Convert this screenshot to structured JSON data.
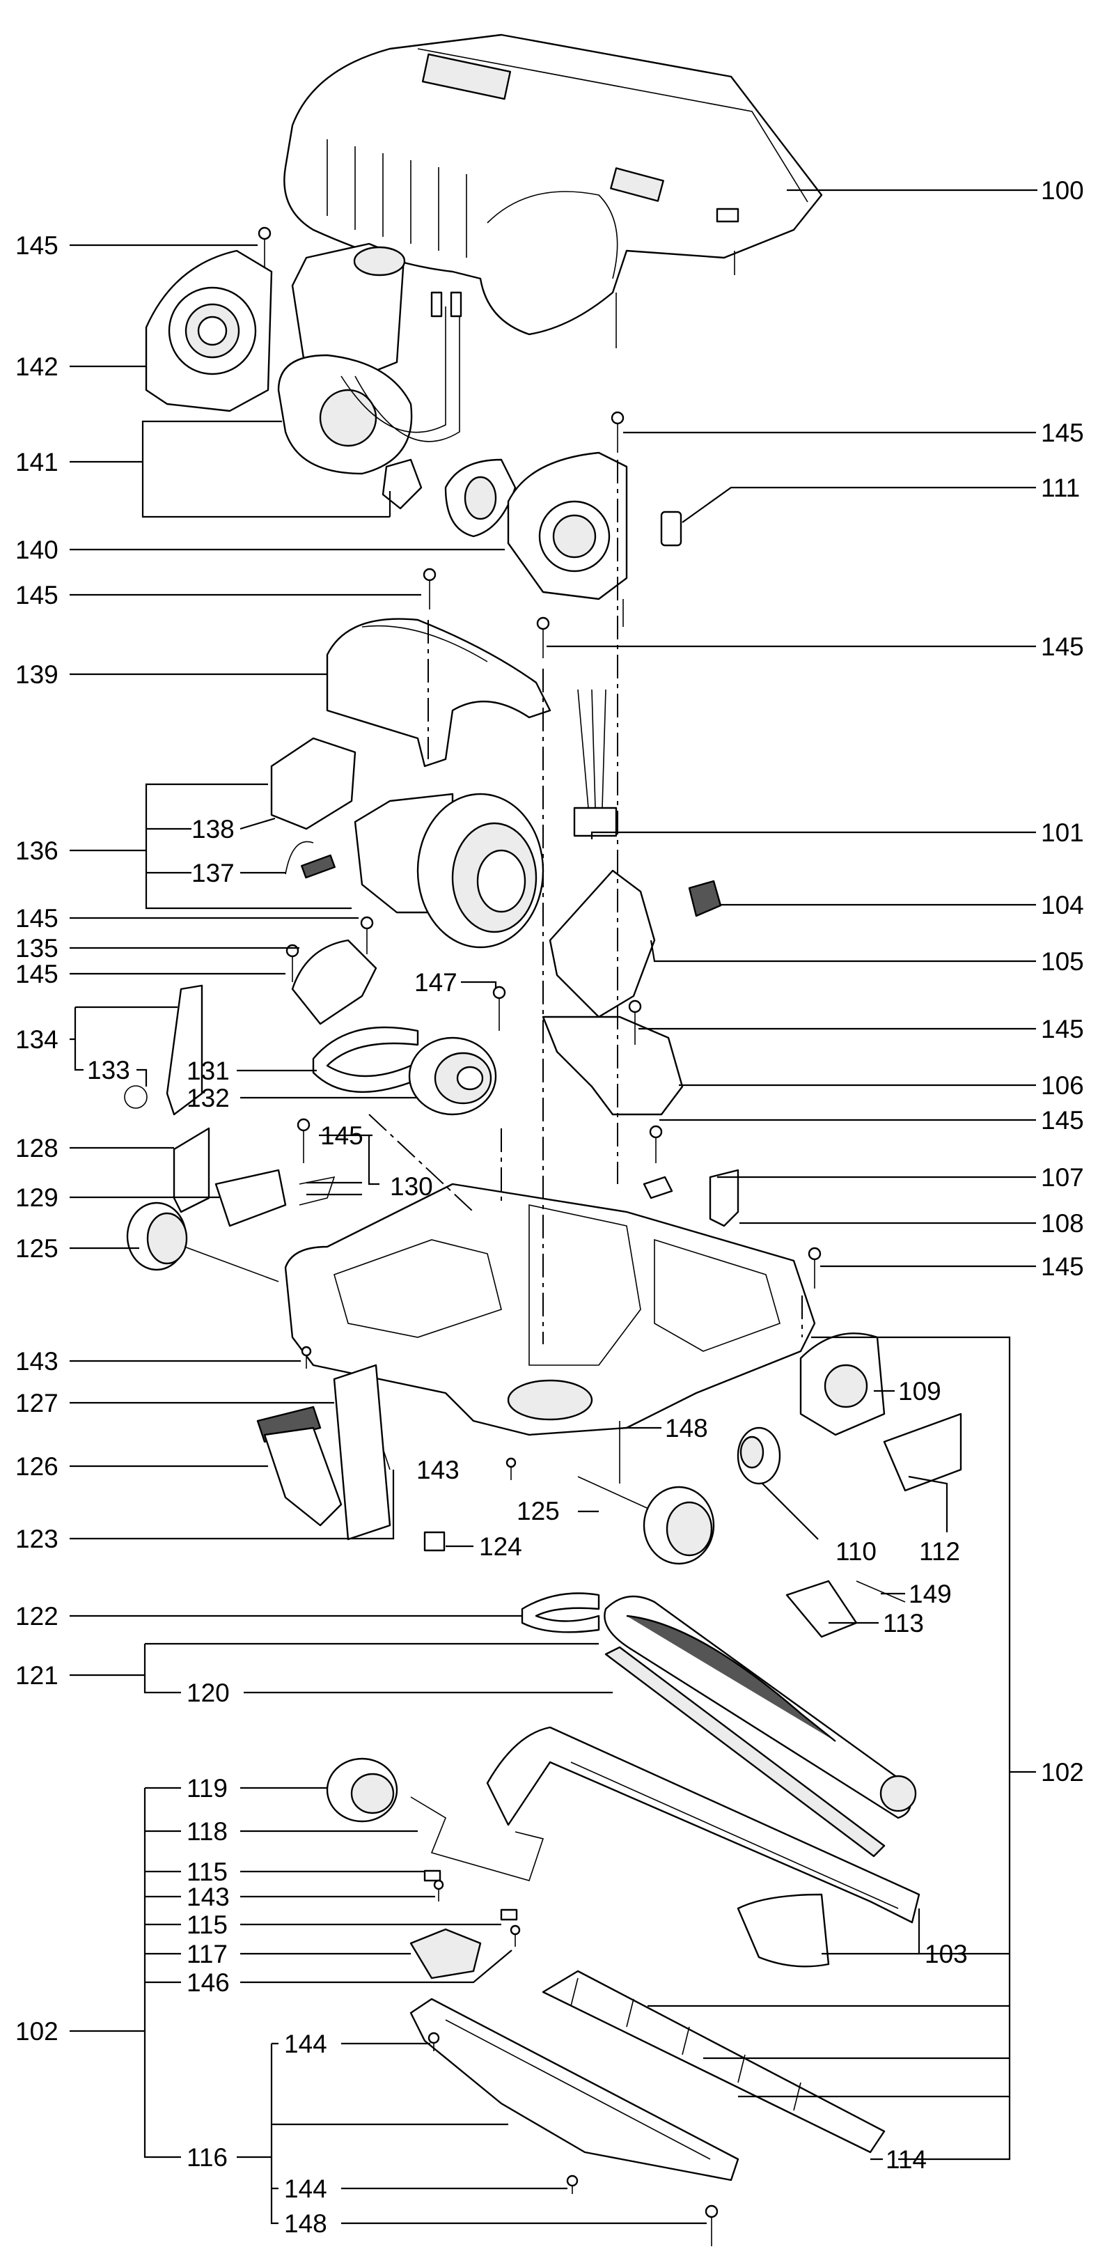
{
  "callouts_right": [
    {
      "id": "c100",
      "text": "100"
    },
    {
      "id": "c145a",
      "text": "145"
    },
    {
      "id": "c111",
      "text": "111"
    },
    {
      "id": "c145b",
      "text": "145"
    },
    {
      "id": "c101",
      "text": "101"
    },
    {
      "id": "c104",
      "text": "104"
    },
    {
      "id": "c105",
      "text": "105"
    },
    {
      "id": "c145c",
      "text": "145"
    },
    {
      "id": "c106",
      "text": "106"
    },
    {
      "id": "c145d",
      "text": "145"
    },
    {
      "id": "c107",
      "text": "107"
    },
    {
      "id": "c108",
      "text": "108"
    },
    {
      "id": "c145e",
      "text": "145"
    },
    {
      "id": "c102r",
      "text": "102"
    }
  ],
  "callouts_left": [
    {
      "id": "c145f",
      "text": "145"
    },
    {
      "id": "c142",
      "text": "142"
    },
    {
      "id": "c141",
      "text": "141"
    },
    {
      "id": "c140",
      "text": "140"
    },
    {
      "id": "c145g",
      "text": "145"
    },
    {
      "id": "c139",
      "text": "139"
    },
    {
      "id": "c136",
      "text": "136"
    },
    {
      "id": "c138",
      "text": "138"
    },
    {
      "id": "c137",
      "text": "137"
    },
    {
      "id": "c145h",
      "text": "145"
    },
    {
      "id": "c135",
      "text": "135"
    },
    {
      "id": "c145i",
      "text": "145"
    },
    {
      "id": "c134",
      "text": "134"
    },
    {
      "id": "c133",
      "text": "133"
    },
    {
      "id": "c128",
      "text": "128"
    },
    {
      "id": "c129",
      "text": "129"
    },
    {
      "id": "c125a",
      "text": "125"
    },
    {
      "id": "c143a",
      "text": "143"
    },
    {
      "id": "c127",
      "text": "127"
    },
    {
      "id": "c126",
      "text": "126"
    },
    {
      "id": "c123",
      "text": "123"
    },
    {
      "id": "c122",
      "text": "122"
    },
    {
      "id": "c121",
      "text": "121"
    },
    {
      "id": "c120",
      "text": "120"
    },
    {
      "id": "c119",
      "text": "119"
    },
    {
      "id": "c118",
      "text": "118"
    },
    {
      "id": "c115a",
      "text": "115"
    },
    {
      "id": "c143b",
      "text": "143"
    },
    {
      "id": "c115b",
      "text": "115"
    },
    {
      "id": "c117",
      "text": "117"
    },
    {
      "id": "c146",
      "text": "146"
    },
    {
      "id": "c102l",
      "text": "102"
    },
    {
      "id": "c144a",
      "text": "144"
    },
    {
      "id": "c116",
      "text": "116"
    },
    {
      "id": "c144b",
      "text": "144"
    },
    {
      "id": "c148b",
      "text": "148"
    }
  ],
  "callouts_inner": [
    {
      "id": "c147",
      "text": "147"
    },
    {
      "id": "c131",
      "text": "131"
    },
    {
      "id": "c132",
      "text": "132"
    },
    {
      "id": "c145j",
      "text": "145"
    },
    {
      "id": "c130",
      "text": "130"
    },
    {
      "id": "c148a",
      "text": "148"
    },
    {
      "id": "c143c",
      "text": "143"
    },
    {
      "id": "c125b",
      "text": "125"
    },
    {
      "id": "c124",
      "text": "124"
    },
    {
      "id": "c109",
      "text": "109"
    },
    {
      "id": "c110",
      "text": "110"
    },
    {
      "id": "c112",
      "text": "112"
    },
    {
      "id": "c149",
      "text": "149"
    },
    {
      "id": "c113",
      "text": "113"
    },
    {
      "id": "c103",
      "text": "103"
    },
    {
      "id": "c114",
      "text": "114"
    }
  ]
}
